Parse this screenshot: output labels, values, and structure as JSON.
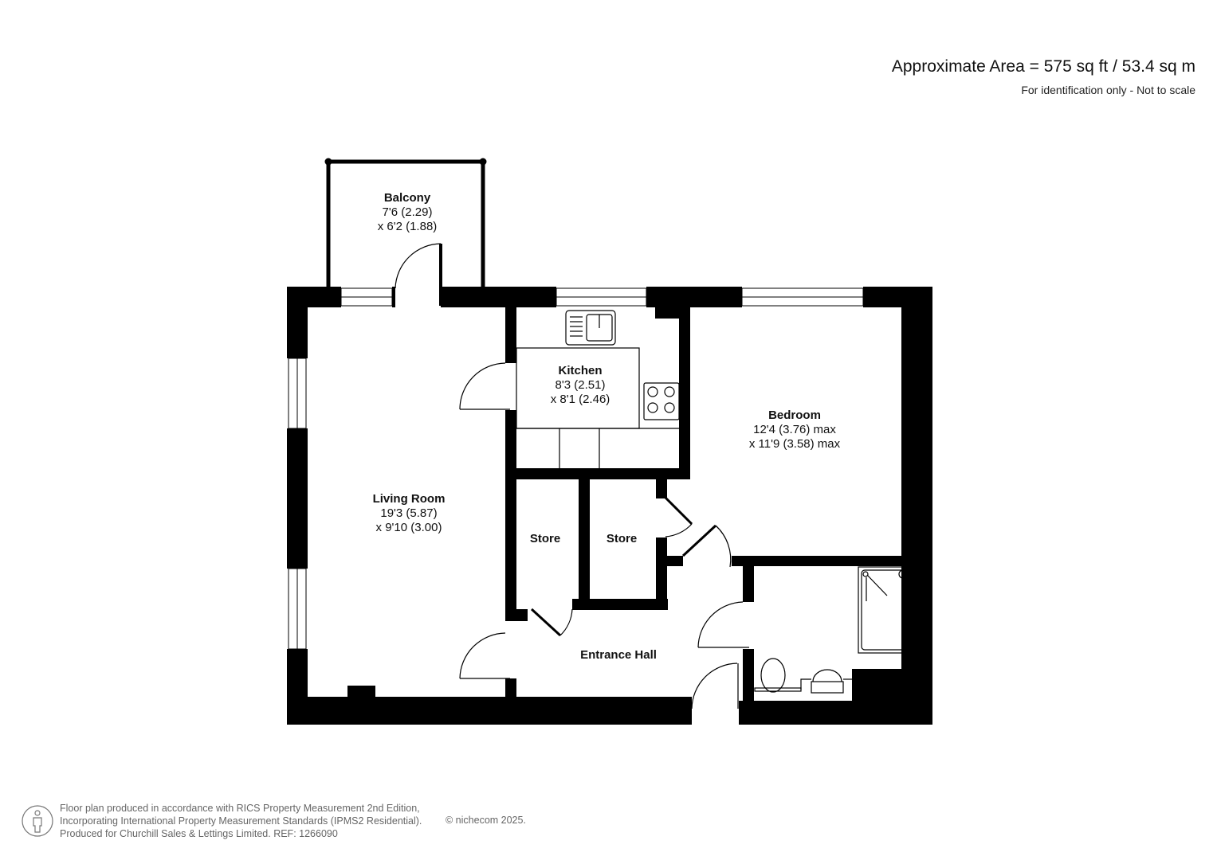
{
  "header": {
    "area": "Approximate Area = 575 sq ft / 53.4 sq m",
    "disclaimer": "For identification only - Not to scale"
  },
  "rooms": {
    "balcony": {
      "name": "Balcony",
      "dim1": "7'6 (2.29)",
      "dim2": "x 6'2 (1.88)"
    },
    "kitchen": {
      "name": "Kitchen",
      "dim1": "8'3 (2.51)",
      "dim2": "x 8'1 (2.46)"
    },
    "bedroom": {
      "name": "Bedroom",
      "dim1": "12'4 (3.76) max",
      "dim2": "x 11'9 (3.58) max"
    },
    "living_room": {
      "name": "Living Room",
      "dim1": "19'3 (5.87)",
      "dim2": "x 9'10 (3.00)"
    },
    "store_1": {
      "name": "Store"
    },
    "store_2": {
      "name": "Store"
    },
    "entrance_hall": {
      "name": "Entrance Hall"
    }
  },
  "footer": {
    "line1": "Floor plan produced in accordance with RICS Property Measurement 2nd Edition,",
    "line2": "Incorporating International Property Measurement Standards (IPMS2 Residential).",
    "line3": "Produced for Churchill Sales & Lettings Limited.   REF: 1266090",
    "copyright": "© nichecom 2025.",
    "icon": "person-icon"
  },
  "colors": {
    "wall": "#000000",
    "background": "#ffffff",
    "footer_text": "#666666"
  }
}
